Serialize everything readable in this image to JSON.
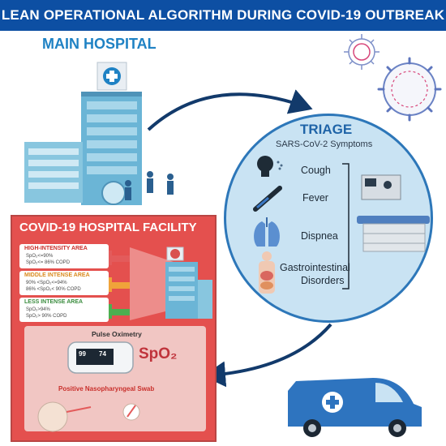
{
  "title": "LEAN OPERATIONAL ALGORITHM DURING COVID-19 OUTBREAK",
  "main_hospital": "MAIN HOSPITAL",
  "triage": {
    "title": "TRIAGE",
    "subtitle": "SARS-CoV-2 Symptoms",
    "symptoms": [
      "Cough",
      "Fever",
      "Dispnea",
      "Gastrointestinal",
      "Disorders"
    ]
  },
  "facility": {
    "title": "COVID-19 HOSPITAL FACILITY",
    "areas": [
      {
        "label": "HIGH-INTENSITY AREA",
        "line1": "SpO₂<=90%",
        "line2": "SpO₂<= 86% COPD",
        "color": "#e35b5b"
      },
      {
        "label": "MIDDLE INTENSE AREA",
        "line1": "90% <SpO₂<=94%",
        "line2": "86% <SpO₂< 90% COPD",
        "color": "#f0a33a"
      },
      {
        "label": "LESS INTENSE AREA",
        "line1": "SpO₂>94%",
        "line2": "SpO₂> 90% COPD",
        "color": "#4caf50"
      }
    ],
    "pulse_oximetry": "Pulse Oximetry",
    "oximeter_reading": "99",
    "oximeter_unit": "74",
    "spo2": "SpO₂",
    "swab": "Positive Nasopharyngeal Swab"
  },
  "colors": {
    "banner": "#0d4fa3",
    "accent": "#1f82c4",
    "facility": "#e4504e",
    "triage_fill": "#c9e3f3",
    "van": "#2e74bf"
  }
}
